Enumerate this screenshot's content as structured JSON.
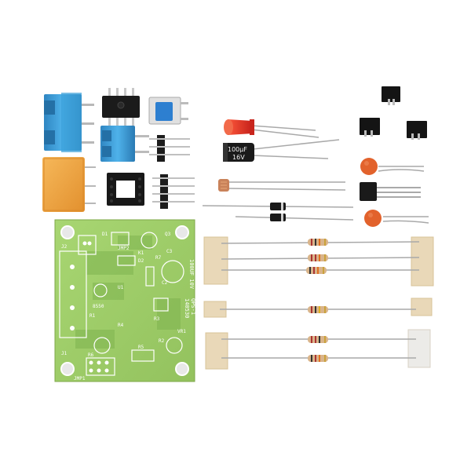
{
  "photo": {
    "background_color": "#ffffff",
    "pcb": {
      "board_color": "#9fce6a",
      "labels": {
        "model": "QPS-1",
        "date": "140530",
        "cap_value": "100UF 10V",
        "cap_ref": "C2",
        "cap_ref2": "C3",
        "transistor_ref": "Q3",
        "pot_ref": "VR1",
        "resistor_refs": [
          "R1",
          "R2",
          "R3",
          "R4",
          "R5",
          "R6",
          "R7"
        ],
        "diode_refs": [
          "D1",
          "D2"
        ],
        "ic_ref": "U1",
        "ic_part": "8550",
        "jumper_ref": "JMP1",
        "jumper_ref2": "JMP2",
        "relay_ref": "K1",
        "connector_ref": "J1",
        "connector_ref2": "J2"
      }
    },
    "electrolytic_capacitor": {
      "value": "100",
      "unit": "µF",
      "voltage": "16",
      "voltage_unit": "V"
    },
    "colors": {
      "terminal_blue": "#3a9fd8",
      "relay_orange": "#f0a640",
      "led_red": "#e03020",
      "ceramic_cap": "#e2622c",
      "tape": "#e9d8b8",
      "resistor_body": "#d9b48a"
    }
  }
}
